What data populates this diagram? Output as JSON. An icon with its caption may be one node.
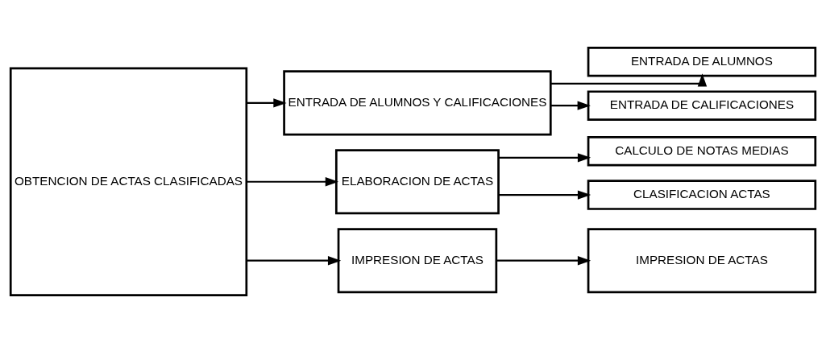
{
  "diagram": {
    "nodes": [
      {
        "text": [
          "OBTENCION DE ACTAS CLASIFICADAS"
        ]
      },
      {
        "text": [
          "ENTRADA DE ALUMNOS Y CALIFICACIONES"
        ]
      },
      {
        "text": [
          "ELABORACION DE ACTAS"
        ]
      },
      {
        "text": [
          "IMPRESION DE ACTAS"
        ]
      },
      {
        "text": [
          "ENTRADA DE ALUMNOS"
        ]
      },
      {
        "text": [
          "ENTRADA DE CALIFICACIONES"
        ]
      },
      {
        "text": [
          "CALCULO DE NOTAS MEDIAS"
        ]
      },
      {
        "text": [
          "CLASIFICACION ACTAS"
        ]
      },
      {
        "text": [
          "IMPRESION DE ACTAS"
        ]
      }
    ],
    "edges": [
      {
        "from": 0,
        "to": 1,
        "arrow": "to"
      },
      {
        "from": 0,
        "to": 2,
        "arrow": "to"
      },
      {
        "from": 0,
        "to": 3,
        "arrow": "to"
      },
      {
        "from": 1,
        "to": 4,
        "arrow": "to"
      },
      {
        "from": 1,
        "to": 5,
        "arrow": "to"
      },
      {
        "from": 2,
        "to": 6,
        "arrow": "to"
      },
      {
        "from": 2,
        "to": 7,
        "arrow": "to"
      },
      {
        "from": 3,
        "to": 8,
        "arrow": "to"
      }
    ]
  }
}
